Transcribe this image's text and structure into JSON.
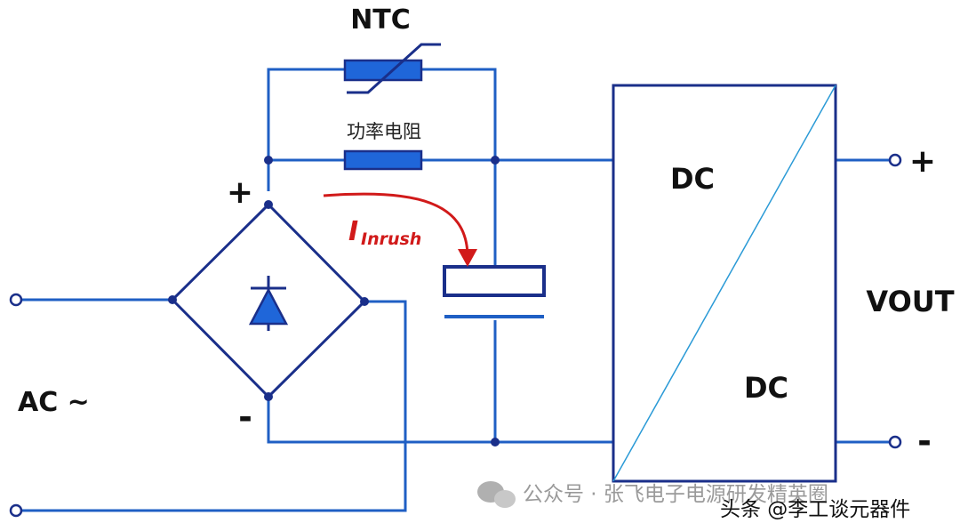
{
  "labels": {
    "ntc": "NTC",
    "power_resistor": "功率电阻",
    "plus_bridge": "+",
    "minus_bridge": "-",
    "inrush_main": "I",
    "inrush_sub": "Inrush",
    "ac": "AC ~",
    "dc_top": "DC",
    "dc_bottom": "DC",
    "vout": "VOUT",
    "out_plus": "+",
    "out_minus": "-"
  },
  "watermark": {
    "wechat": "公众号 · 张飞电子电源研发精英圈",
    "toutiao": "头条 @李工谈元器件"
  },
  "colors": {
    "wire": "#1f5fc4",
    "component": "#1a2f8a",
    "arrow": "#d11a1a"
  }
}
